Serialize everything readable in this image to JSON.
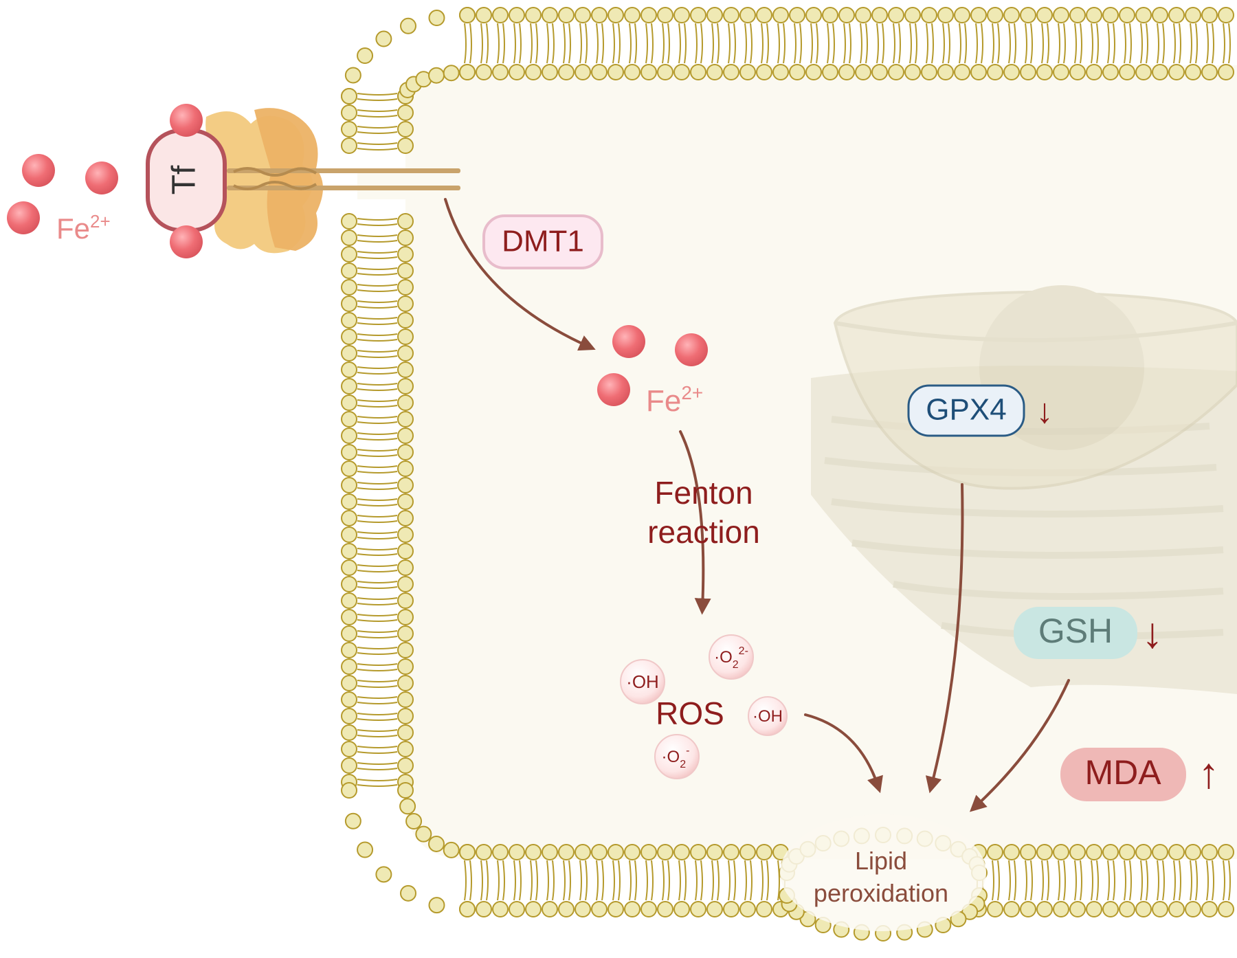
{
  "extracellular": {
    "iron_label": "Fe",
    "iron_charge": "2+",
    "transferrin_label": "Tf"
  },
  "transporter": {
    "label": "DMT1"
  },
  "intracellular_iron": {
    "label": "Fe",
    "charge": "2+"
  },
  "fenton": {
    "line1": "Fenton",
    "line2": "reaction"
  },
  "ros": {
    "label": "ROS",
    "species": {
      "oh_1": "·OH",
      "oh_2": "·OH",
      "superoxide_base": "·O",
      "superoxide_sub": "2",
      "superoxide_sup": "-",
      "peroxide_base": "·O",
      "peroxide_sub": "2",
      "peroxide_sup": "2-"
    }
  },
  "markers": {
    "gpx4": {
      "label": "GPX4",
      "arrow": "↓"
    },
    "gsh": {
      "label": "GSH",
      "arrow": "↓"
    },
    "mda": {
      "label": "MDA",
      "arrow": "↑"
    }
  },
  "lipid_peroxidation": {
    "line1": "Lipid",
    "line2": "peroxidation"
  },
  "colors": {
    "background": "#ffffff",
    "cytoplasm": "#fbf9f1",
    "membrane_head": "#efe9b4",
    "membrane_stroke": "#b59a2c",
    "iron": "#ee6a72",
    "arrow": "#8a4c3c",
    "label_dark_red": "#8e1d1d",
    "iron_label": "#e98a8a",
    "gpx4_text": "#1e4e78",
    "gsh_fill": "#c9e6e2",
    "mda_fill": "#efb8b6"
  }
}
